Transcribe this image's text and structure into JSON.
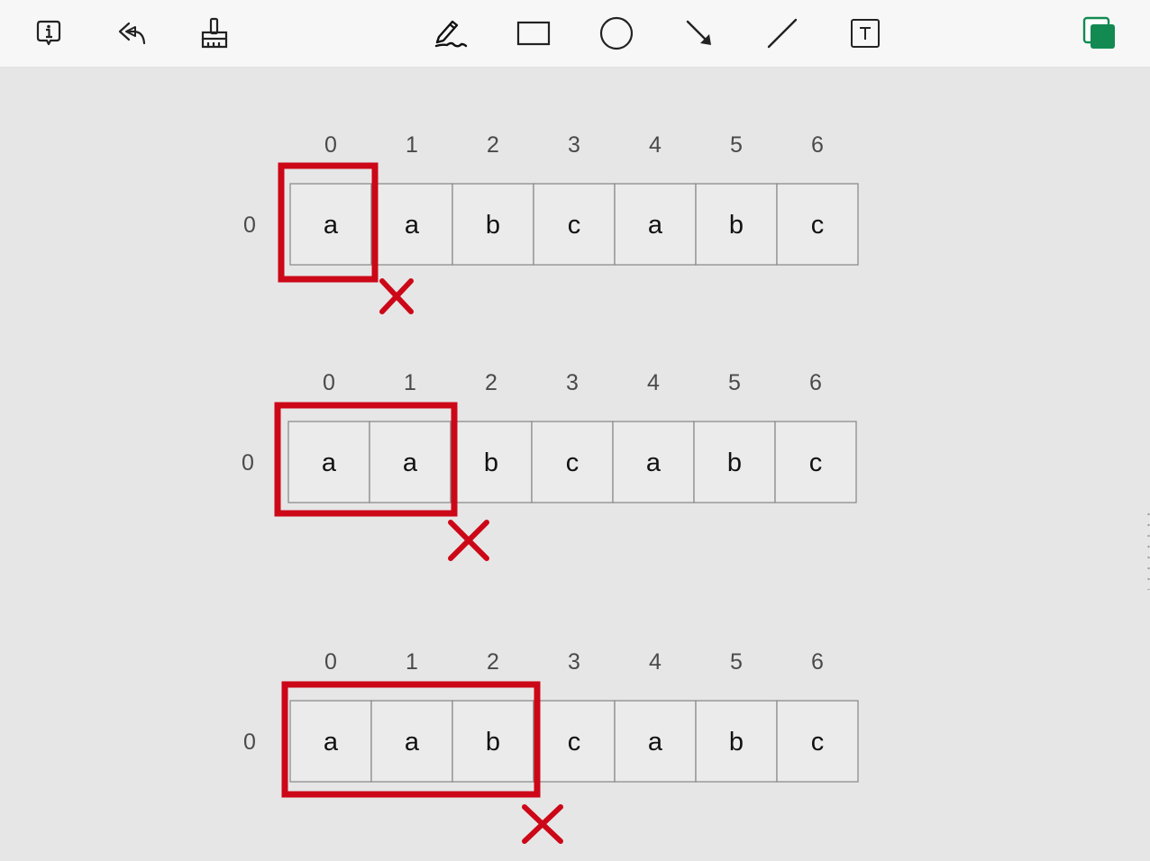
{
  "toolbar": {
    "left_tools": [
      {
        "name": "info-icon"
      },
      {
        "name": "undo-icon"
      },
      {
        "name": "brush-icon"
      }
    ],
    "center_tools": [
      {
        "name": "pen-icon"
      },
      {
        "name": "rectangle-icon"
      },
      {
        "name": "circle-icon"
      },
      {
        "name": "arrow-icon"
      },
      {
        "name": "line-icon"
      },
      {
        "name": "text-box-icon"
      }
    ],
    "color_swatch": {
      "name": "color-swatch-icon",
      "color": "#128a52"
    }
  },
  "colors": {
    "highlight": "#cc0717",
    "canvas": "#e6e6e6",
    "grid_line": "#8c8c8c"
  },
  "diagrams": [
    {
      "row_label": "0",
      "indices": [
        "0",
        "1",
        "2",
        "3",
        "4",
        "5",
        "6"
      ],
      "cells": [
        "a",
        "a",
        "b",
        "c",
        "a",
        "b",
        "c"
      ],
      "highlight_count": 1,
      "mark": "X"
    },
    {
      "row_label": "0",
      "indices": [
        "0",
        "1",
        "2",
        "3",
        "4",
        "5",
        "6"
      ],
      "cells": [
        "a",
        "a",
        "b",
        "c",
        "a",
        "b",
        "c"
      ],
      "highlight_count": 2,
      "mark": "X"
    },
    {
      "row_label": "0",
      "indices": [
        "0",
        "1",
        "2",
        "3",
        "4",
        "5",
        "6"
      ],
      "cells": [
        "a",
        "a",
        "b",
        "c",
        "a",
        "b",
        "c"
      ],
      "highlight_count": 3,
      "mark": "X"
    }
  ]
}
